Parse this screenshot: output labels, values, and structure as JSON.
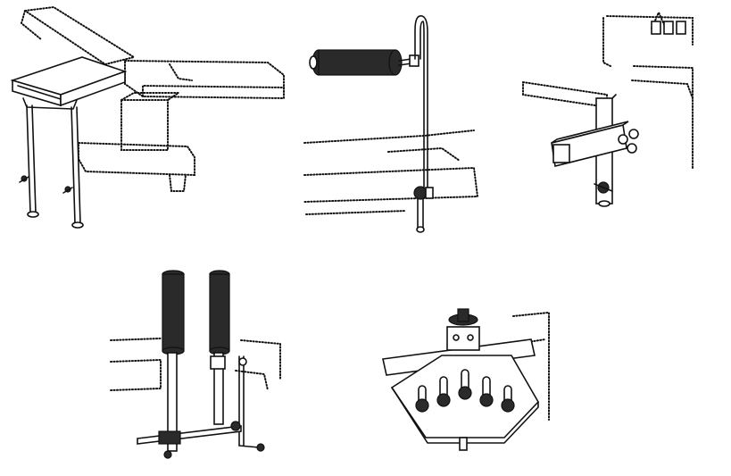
{
  "panels": [
    {
      "id": "arm-table-attachment",
      "icon": "arm-table-icon"
    },
    {
      "id": "cylindrical-roll-support",
      "icon": "roll-support-icon"
    },
    {
      "id": "square-tube-clamp",
      "icon": "tube-clamp-icon"
    },
    {
      "id": "double-padded-post-support",
      "icon": "padded-posts-icon"
    },
    {
      "id": "hand-surgery-finger-plate",
      "icon": "finger-plate-icon"
    }
  ],
  "colors": {
    "line": "#111111",
    "background": "#ffffff",
    "shade": "#2a2a2a"
  }
}
